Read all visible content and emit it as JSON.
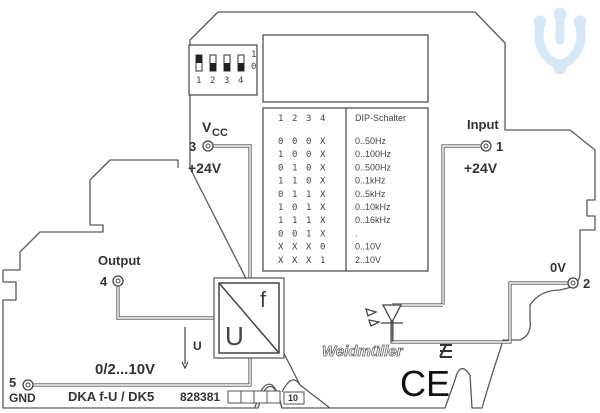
{
  "device": {
    "model": "DKA f-U / DK5",
    "part_number": "828381",
    "pack_quantity": "10",
    "brand": "Weidmüller",
    "certification": "CE"
  },
  "terminals": [
    {
      "number": "1",
      "name": "Input",
      "sub": "+24V"
    },
    {
      "number": "2",
      "name": "0V",
      "sub": ""
    },
    {
      "number": "3",
      "name": "V",
      "name_sub": "CC",
      "sub": "+24V"
    },
    {
      "number": "4",
      "name": "Output",
      "sub": ""
    },
    {
      "number": "5",
      "name": "GND",
      "sub": ""
    }
  ],
  "converter": {
    "top_symbol": "f",
    "bottom_symbol": "U"
  },
  "output_signal": {
    "arrow_label": "U",
    "range": "0/2...10V"
  },
  "dip_switch": {
    "numbers": [
      "1",
      "2",
      "3",
      "4"
    ],
    "on_label": "1",
    "off_label": "0",
    "states": [
      1,
      0,
      0,
      0
    ]
  },
  "dip_table": {
    "headers": [
      "1",
      "2",
      "3",
      "4"
    ],
    "title": "DIP-Schalter",
    "rows": [
      {
        "bits": [
          "0",
          "0",
          "0",
          "X"
        ],
        "value": "0..50Hz"
      },
      {
        "bits": [
          "1",
          "0",
          "0",
          "X"
        ],
        "value": "0..100Hz"
      },
      {
        "bits": [
          "0",
          "1",
          "0",
          "X"
        ],
        "value": "0..500Hz"
      },
      {
        "bits": [
          "1",
          "1",
          "0",
          "X"
        ],
        "value": "0..1kHz"
      },
      {
        "bits": [
          "0",
          "1",
          "1",
          "X"
        ],
        "value": "0..5kHz"
      },
      {
        "bits": [
          "1",
          "0",
          "1",
          "X"
        ],
        "value": "0..10kHz"
      },
      {
        "bits": [
          "1",
          "1",
          "1",
          "X"
        ],
        "value": "0..16kHz"
      },
      {
        "bits": [
          "0",
          "0",
          "1",
          "X"
        ],
        "value": "."
      },
      {
        "bits": [
          "X",
          "X",
          "X",
          "0"
        ],
        "value": "0..10V"
      },
      {
        "bits": [
          "X",
          "X",
          "X",
          "1"
        ],
        "value": "2..10V"
      }
    ]
  },
  "colors": {
    "line": "#555555",
    "watermark": "#cfe3f5"
  }
}
